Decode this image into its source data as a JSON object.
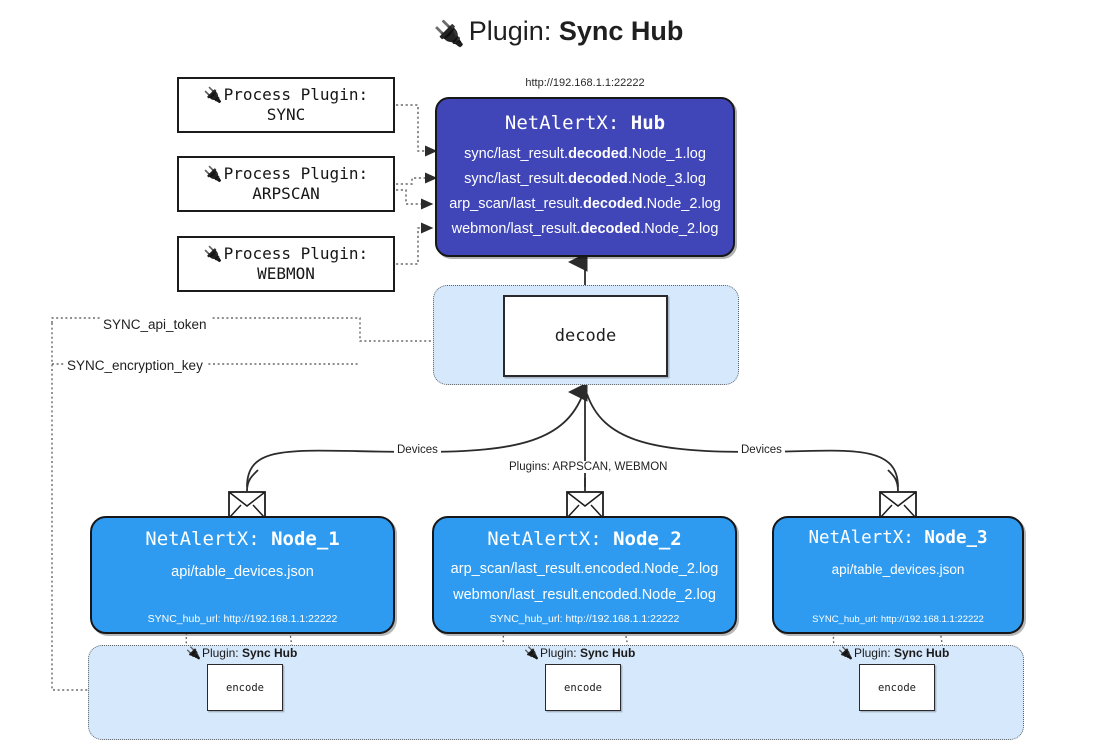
{
  "title": {
    "icon": "plug-icon",
    "prefix": "Plugin: ",
    "name": "Sync Hub"
  },
  "process_plugins": [
    {
      "icon": "plug-icon",
      "heading": "Process Plugin:",
      "name": "SYNC"
    },
    {
      "icon": "plug-icon",
      "heading": "Process Plugin:",
      "name": "ARPSCAN"
    },
    {
      "icon": "plug-icon",
      "heading": "Process Plugin:",
      "name": "WEBMON"
    }
  ],
  "hub": {
    "url": "http://192.168.1.1:22222",
    "title_prefix": "NetAlertX: ",
    "title_name": "Hub",
    "lines": [
      {
        "pre": "sync/last_result.",
        "mid": "decoded",
        "post": ".Node_1.log"
      },
      {
        "pre": "sync/last_result.",
        "mid": "decoded",
        "post": ".Node_3.log"
      },
      {
        "pre": "arp_scan/last_result.",
        "mid": "decoded",
        "post": ".Node_2.log"
      },
      {
        "pre": "webmon/last_result.",
        "mid": "decoded",
        "post": ".Node_2.log"
      }
    ],
    "color": "#4046b7"
  },
  "decode": {
    "label": "decode",
    "zone_color": "#d6e8fb"
  },
  "edges": {
    "api_token": "SYNC_api_token",
    "encryption_key": "SYNC_encryption_key",
    "devices_left": "Devices",
    "devices_right": "Devices",
    "plugins_center": "Plugins: ARPSCAN, WEBMON"
  },
  "nodes": [
    {
      "title_prefix": "NetAlertX: ",
      "title_name": "Node_1",
      "lines": [
        "api/table_devices.json"
      ],
      "footer": "SYNC_hub_url: http://192.168.1.1:22222",
      "color": "#2f9bf0",
      "envelope": "envelope-icon"
    },
    {
      "title_prefix": "NetAlertX: ",
      "title_name": "Node_2",
      "lines": [
        "arp_scan/last_result.encoded.Node_2.log",
        "webmon/last_result.encoded.Node_2.log"
      ],
      "footer": "SYNC_hub_url: http://192.168.1.1:22222",
      "color": "#2f9bf0",
      "envelope": "envelope-icon"
    },
    {
      "title_prefix": "NetAlertX: ",
      "title_name": "Node_3",
      "lines": [
        "api/table_devices.json"
      ],
      "footer": "SYNC_hub_url: http://192.168.1.1:22222",
      "color": "#2f9bf0",
      "envelope": "envelope-icon"
    }
  ],
  "encode_zone": {
    "items": [
      {
        "icon": "plug-icon",
        "label_prefix": "Plugin: ",
        "label_name": "Sync Hub",
        "box": "encode"
      },
      {
        "icon": "plug-icon",
        "label_prefix": "Plugin: ",
        "label_name": "Sync Hub",
        "box": "encode"
      },
      {
        "icon": "plug-icon",
        "label_prefix": "Plugin: ",
        "label_name": "Sync Hub",
        "box": "encode"
      }
    ],
    "zone_color": "#d6e8fb"
  }
}
